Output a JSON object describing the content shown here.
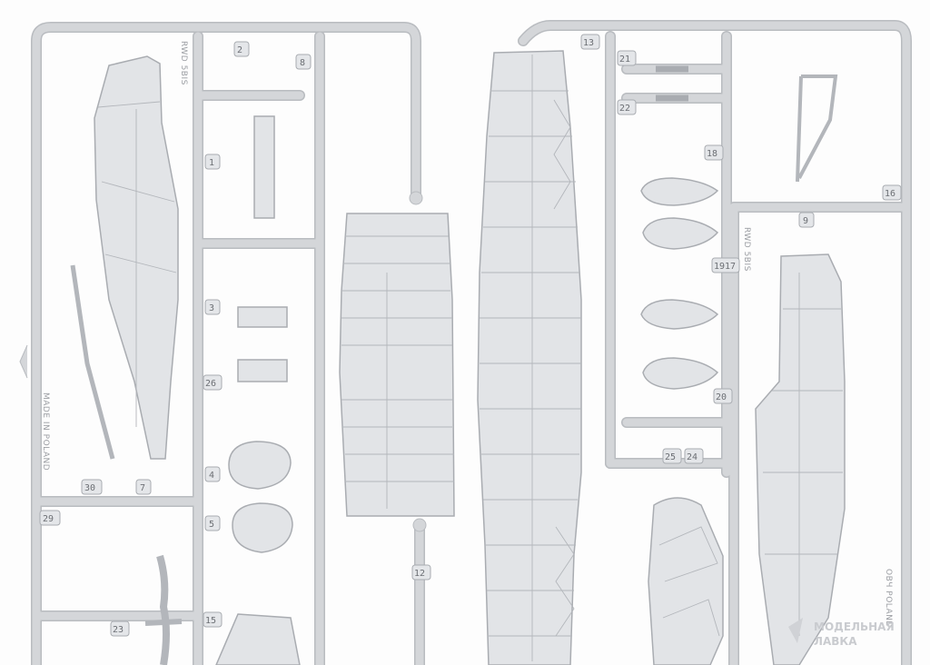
{
  "colors": {
    "plastic": "#e2e4e7",
    "sprue": "#d4d6d9",
    "outline": "#a9acb1",
    "background": "#fdfdfd"
  },
  "left_frame": {
    "code": "RWD 5BIS",
    "made_in": "MADE IN POLAND",
    "numbers": {
      "n2": "2",
      "n8": "8",
      "n1": "1",
      "n3": "3",
      "n26": "26",
      "n4": "4",
      "n5": "5",
      "n15": "15",
      "n23": "23",
      "n30": "30",
      "n7": "7",
      "n29": "29",
      "n12": "12"
    }
  },
  "right_frame": {
    "code": "RWD 5BIS",
    "numbers": {
      "n13": "13",
      "n21": "21",
      "n22": "22",
      "n18": "18",
      "n16": "16",
      "n9": "9",
      "n1917": "1917",
      "n20": "20",
      "n25": "25",
      "n24": "24"
    },
    "edge_text": "ОВЧ POLAND"
  },
  "watermark": {
    "line1": "МОДЕЛЬНАЯ",
    "line2": "ЛАВКА"
  }
}
